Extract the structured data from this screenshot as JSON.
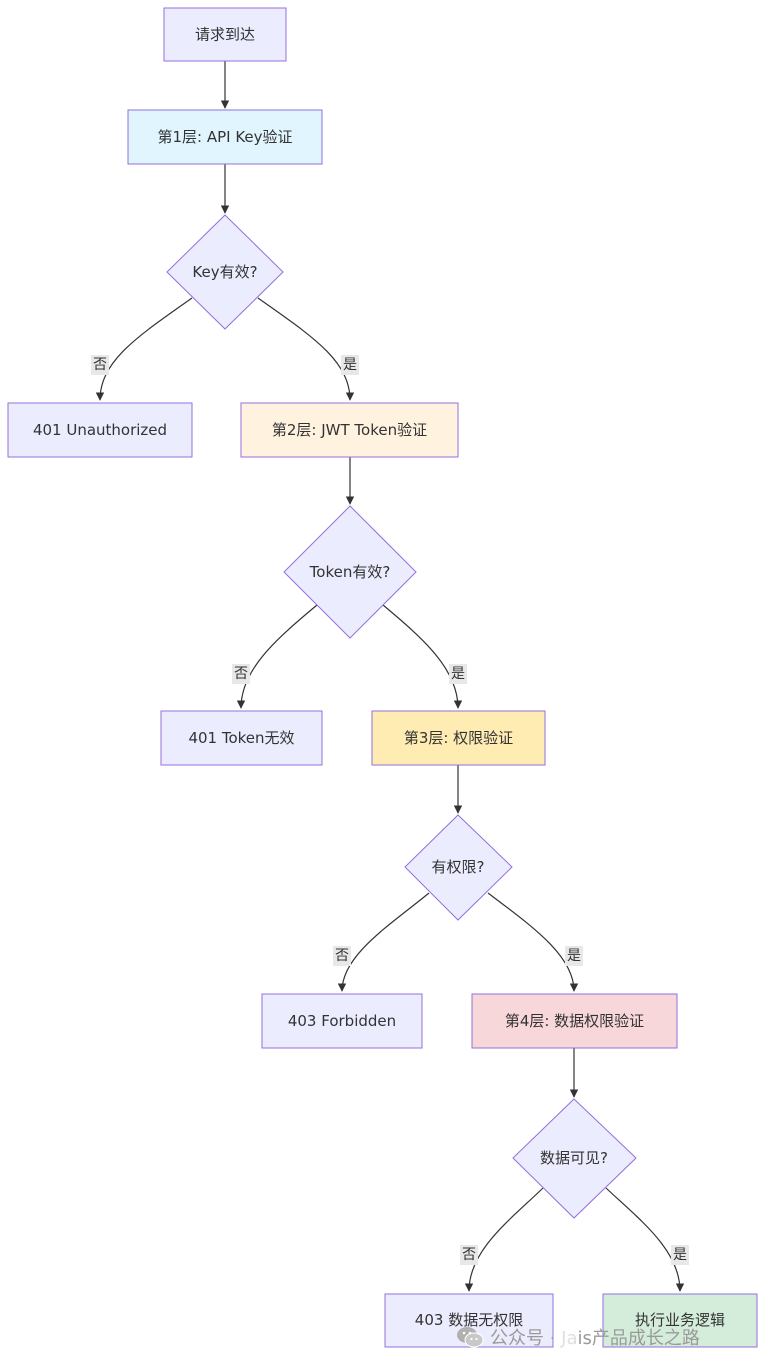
{
  "colors": {
    "default_fill": "#ececff",
    "default_stroke": "#9370db",
    "layer1_fill": "#e1f5fe",
    "layer2_fill": "#fff3e0",
    "layer3_fill": "#ffecb3",
    "layer4_fill": "#f8d7da",
    "success_fill": "#d4edda",
    "edge": "#333333"
  },
  "nodes": {
    "request": "请求到达",
    "layer1": "第1层: API Key验证",
    "key_valid": "Key有效?",
    "err401_unauth": "401 Unauthorized",
    "layer2": "第2层: JWT Token验证",
    "token_valid": "Token有效?",
    "err401_token": "401 Token无效",
    "layer3": "第3层: 权限验证",
    "has_perm": "有权限?",
    "err403_forbidden": "403 Forbidden",
    "layer4": "第4层: 数据权限验证",
    "data_visible": "数据可见?",
    "err403_data": "403 数据无权限",
    "execute": "执行业务逻辑"
  },
  "edge_labels": {
    "no": "否",
    "yes": "是"
  },
  "watermark": {
    "icon": "wechat-icon",
    "prefix": "公众号 · ",
    "hidden": "Ja",
    "suffix": "is产品成长之路"
  }
}
